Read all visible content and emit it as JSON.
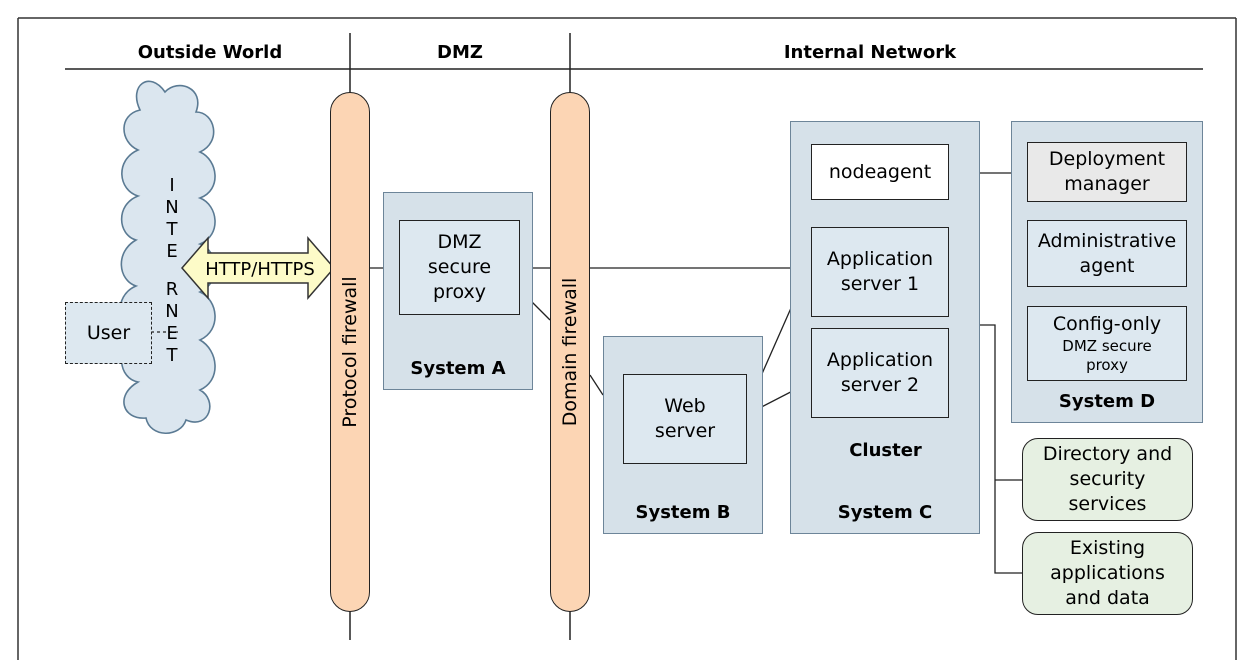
{
  "zones": {
    "outside": "Outside World",
    "dmz": "DMZ",
    "internal": "Internal Network"
  },
  "internet_letters": [
    "I",
    "N",
    "T",
    "E",
    "R",
    "N",
    "E",
    "T"
  ],
  "user": "User",
  "http_arrow": "HTTP/HTTPS",
  "protocol_firewall": "Protocol firewall",
  "domain_firewall": "Domain firewall",
  "system_a": {
    "label": "System A",
    "proxy_lines": [
      "DMZ",
      "secure",
      "proxy"
    ]
  },
  "system_b": {
    "label": "System B",
    "web_server_lines": [
      "Web",
      "server"
    ]
  },
  "system_c": {
    "label": "System C",
    "cluster_label": "Cluster",
    "nodeagent": "nodeagent",
    "app_server_1_lines": [
      "Application",
      "server 1"
    ],
    "app_server_2_lines": [
      "Application",
      "server 2"
    ]
  },
  "system_d": {
    "label": "System D",
    "deployment_manager_lines": [
      "Deployment",
      "manager"
    ],
    "admin_agent_lines": [
      "Administrative",
      "agent"
    ],
    "config_only_line": "Config-only",
    "config_sub_lines": [
      "DMZ secure",
      "proxy"
    ]
  },
  "directory_services_lines": [
    "Directory and",
    "security",
    "services"
  ],
  "existing_apps_lines": [
    "Existing",
    "applications",
    "and data"
  ],
  "colors": {
    "firewall_fill": "#fcd5b4",
    "system_fill": "#d6e1e9",
    "cloud_fill": "#dbe6ef",
    "arrow_fill": "#fdfbc8",
    "green_fill": "#e6f0e2",
    "cluster_border": "#e0801e"
  }
}
